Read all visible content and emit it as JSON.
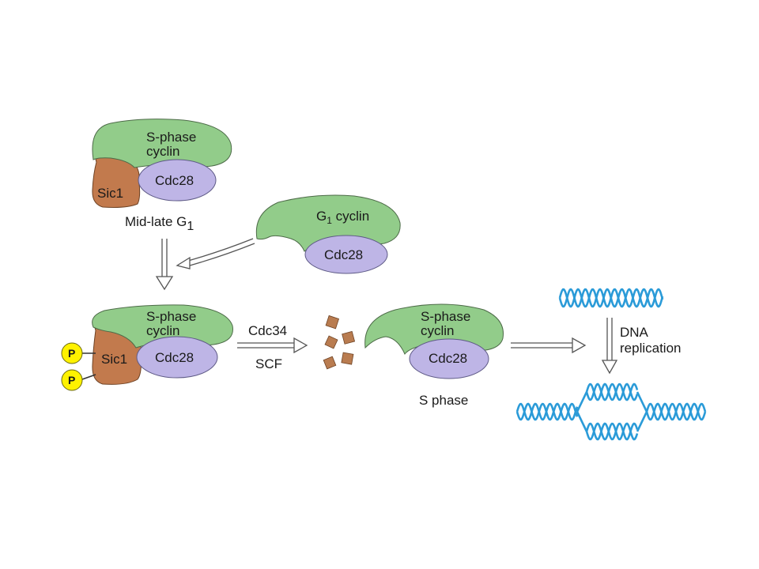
{
  "colors": {
    "cyclin": "#92cc8a",
    "cdc28": "#beb5e6",
    "sic1": "#c27a4d",
    "phosphate": "#fff200",
    "dna": "#2b9bd8"
  },
  "complex_top": {
    "cyclin_line1": "S-phase",
    "cyclin_line2": "cyclin",
    "kinase": "Cdc28",
    "inhibitor": "Sic1",
    "stage_label": "Mid-late G",
    "stage_sub": "1"
  },
  "g1_complex": {
    "cyclin_prefix": "G",
    "cyclin_sub": "1",
    "cyclin_suffix": " cyclin",
    "kinase": "Cdc28"
  },
  "complex_phos": {
    "cyclin_line1": "S-phase",
    "cyclin_line2": "cyclin",
    "kinase": "Cdc28",
    "inhibitor": "Sic1",
    "phosphate": "P"
  },
  "degradation_arrow": {
    "label_top": "Cdc34",
    "label_bottom": "SCF"
  },
  "complex_active": {
    "cyclin_line1": "S-phase",
    "cyclin_line2": "cyclin",
    "kinase": "Cdc28",
    "stage_label": "S phase"
  },
  "dna_section": {
    "label_line1": "DNA",
    "label_line2": "replication"
  }
}
